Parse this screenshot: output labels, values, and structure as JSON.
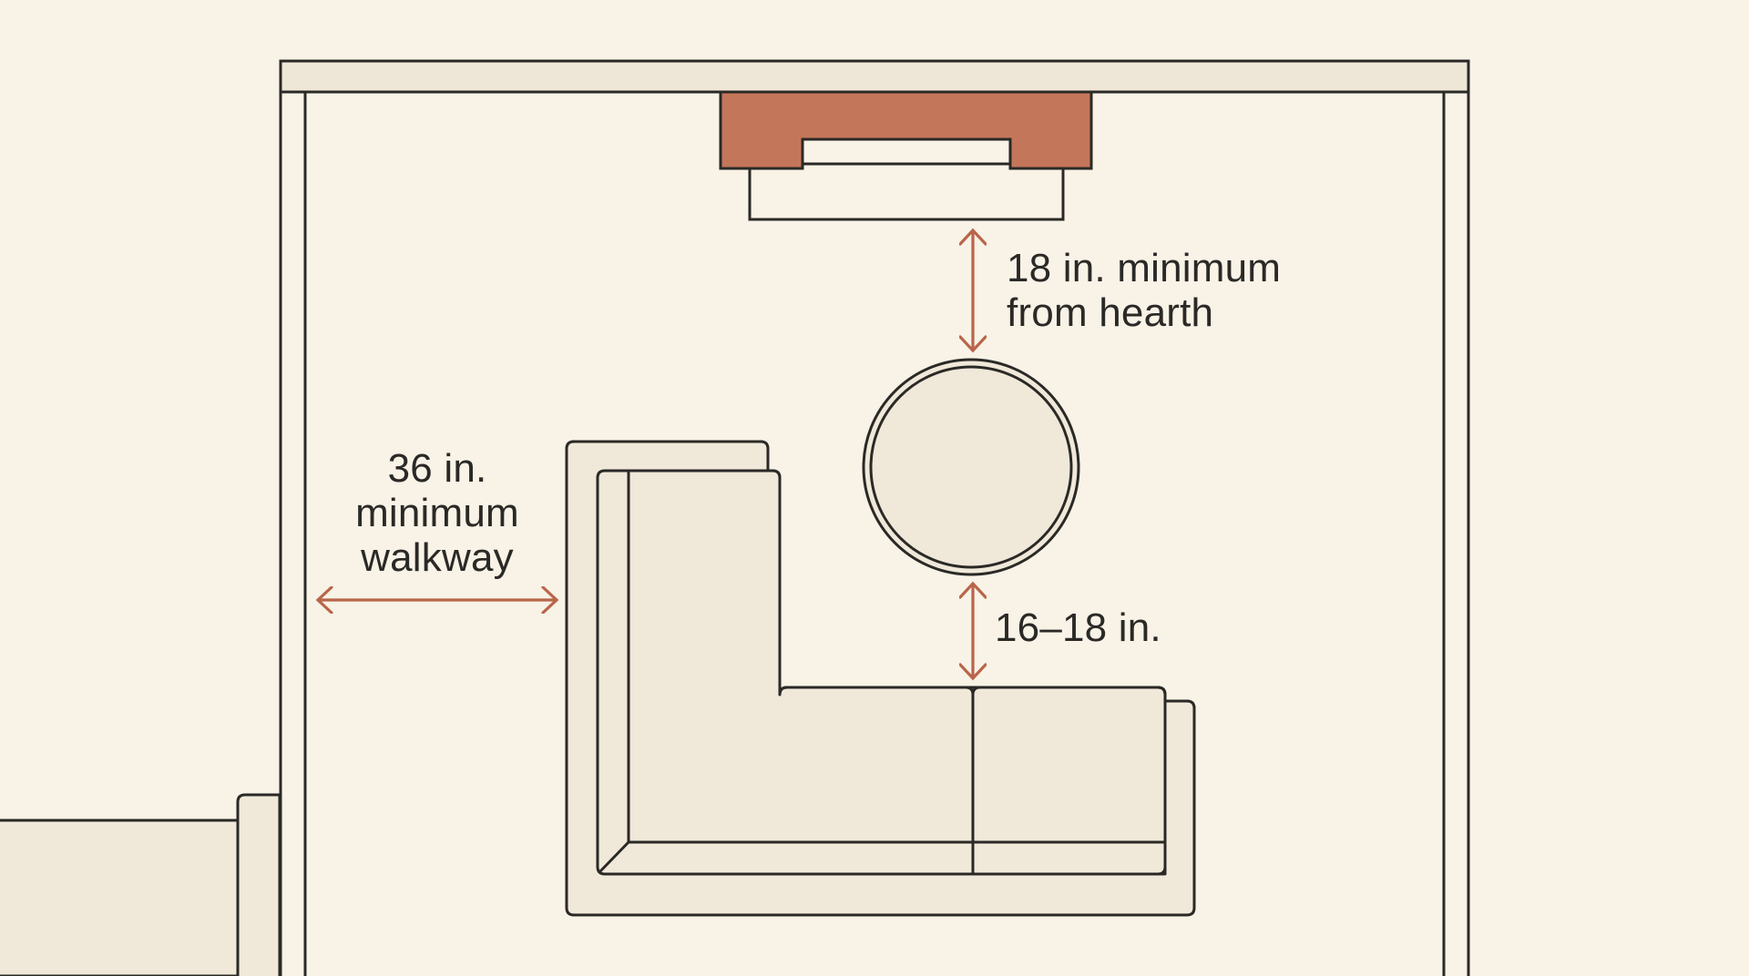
{
  "diagram": {
    "type": "floor-plan",
    "subject": "Living room furniture clearance guide",
    "colors": {
      "background": "#F8F2E7",
      "furniture_fill": "#F0E8D9",
      "wall_band_fill": "#EEE6D6",
      "outline": "#2A2926",
      "fireplace": "#C4765A",
      "dimension_arrow": "#B8654A",
      "text": "#2A2926"
    },
    "elements": {
      "fireplace": "fireplace",
      "hearth": "hearth",
      "coffee_table": "round coffee table",
      "sofa": "L-shaped sectional sofa",
      "chair": "armchair (partially visible)"
    },
    "annotations": {
      "hearth_clearance": {
        "line1": "18 in. minimum",
        "line2": "from hearth"
      },
      "walkway": {
        "line1": "36 in.",
        "line2": "minimum",
        "line3": "walkway"
      },
      "table_to_sofa": {
        "text": "16–18 in."
      }
    }
  }
}
